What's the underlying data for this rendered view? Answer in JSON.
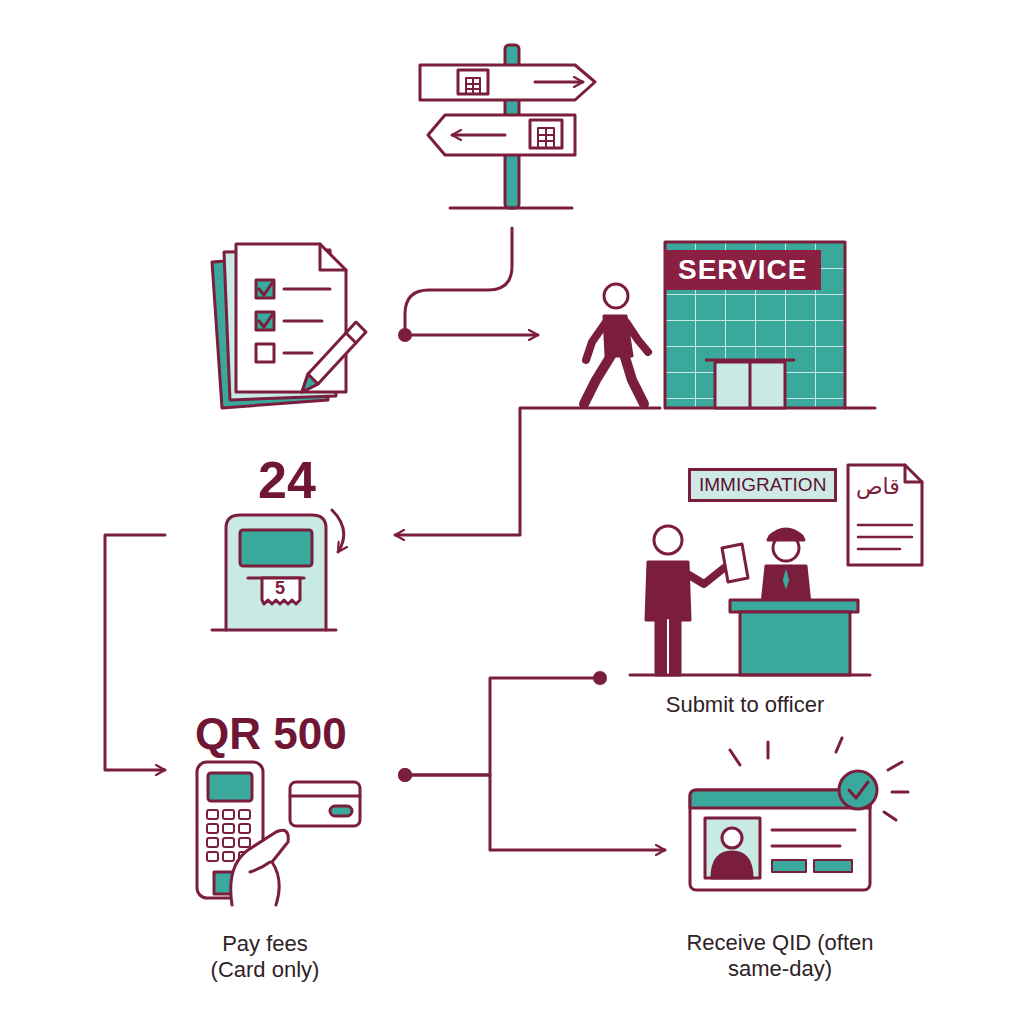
{
  "diagram": {
    "nodes": [
      {
        "text": [
          "SERVICE"
        ]
      },
      {
        "text": [
          "24"
        ]
      },
      {
        "text": [
          "QR 500",
          "Pay fees (Card only)"
        ]
      },
      {
        "text": [
          "IMMIGRATION",
          "Submit to officer"
        ]
      },
      {
        "text": [
          "Receive QID (often same-day)"
        ]
      }
    ],
    "edges": [
      {
        "from": 0,
        "to": 1,
        "arrow": "to"
      },
      {
        "from": 1,
        "to": 2,
        "arrow": "to"
      },
      {
        "from": 2,
        "to": 3,
        "arrow": "none"
      },
      {
        "from": 2,
        "to": 4,
        "arrow": "to"
      }
    ],
    "labels": [
      "5",
      "قاص"
    ]
  }
}
